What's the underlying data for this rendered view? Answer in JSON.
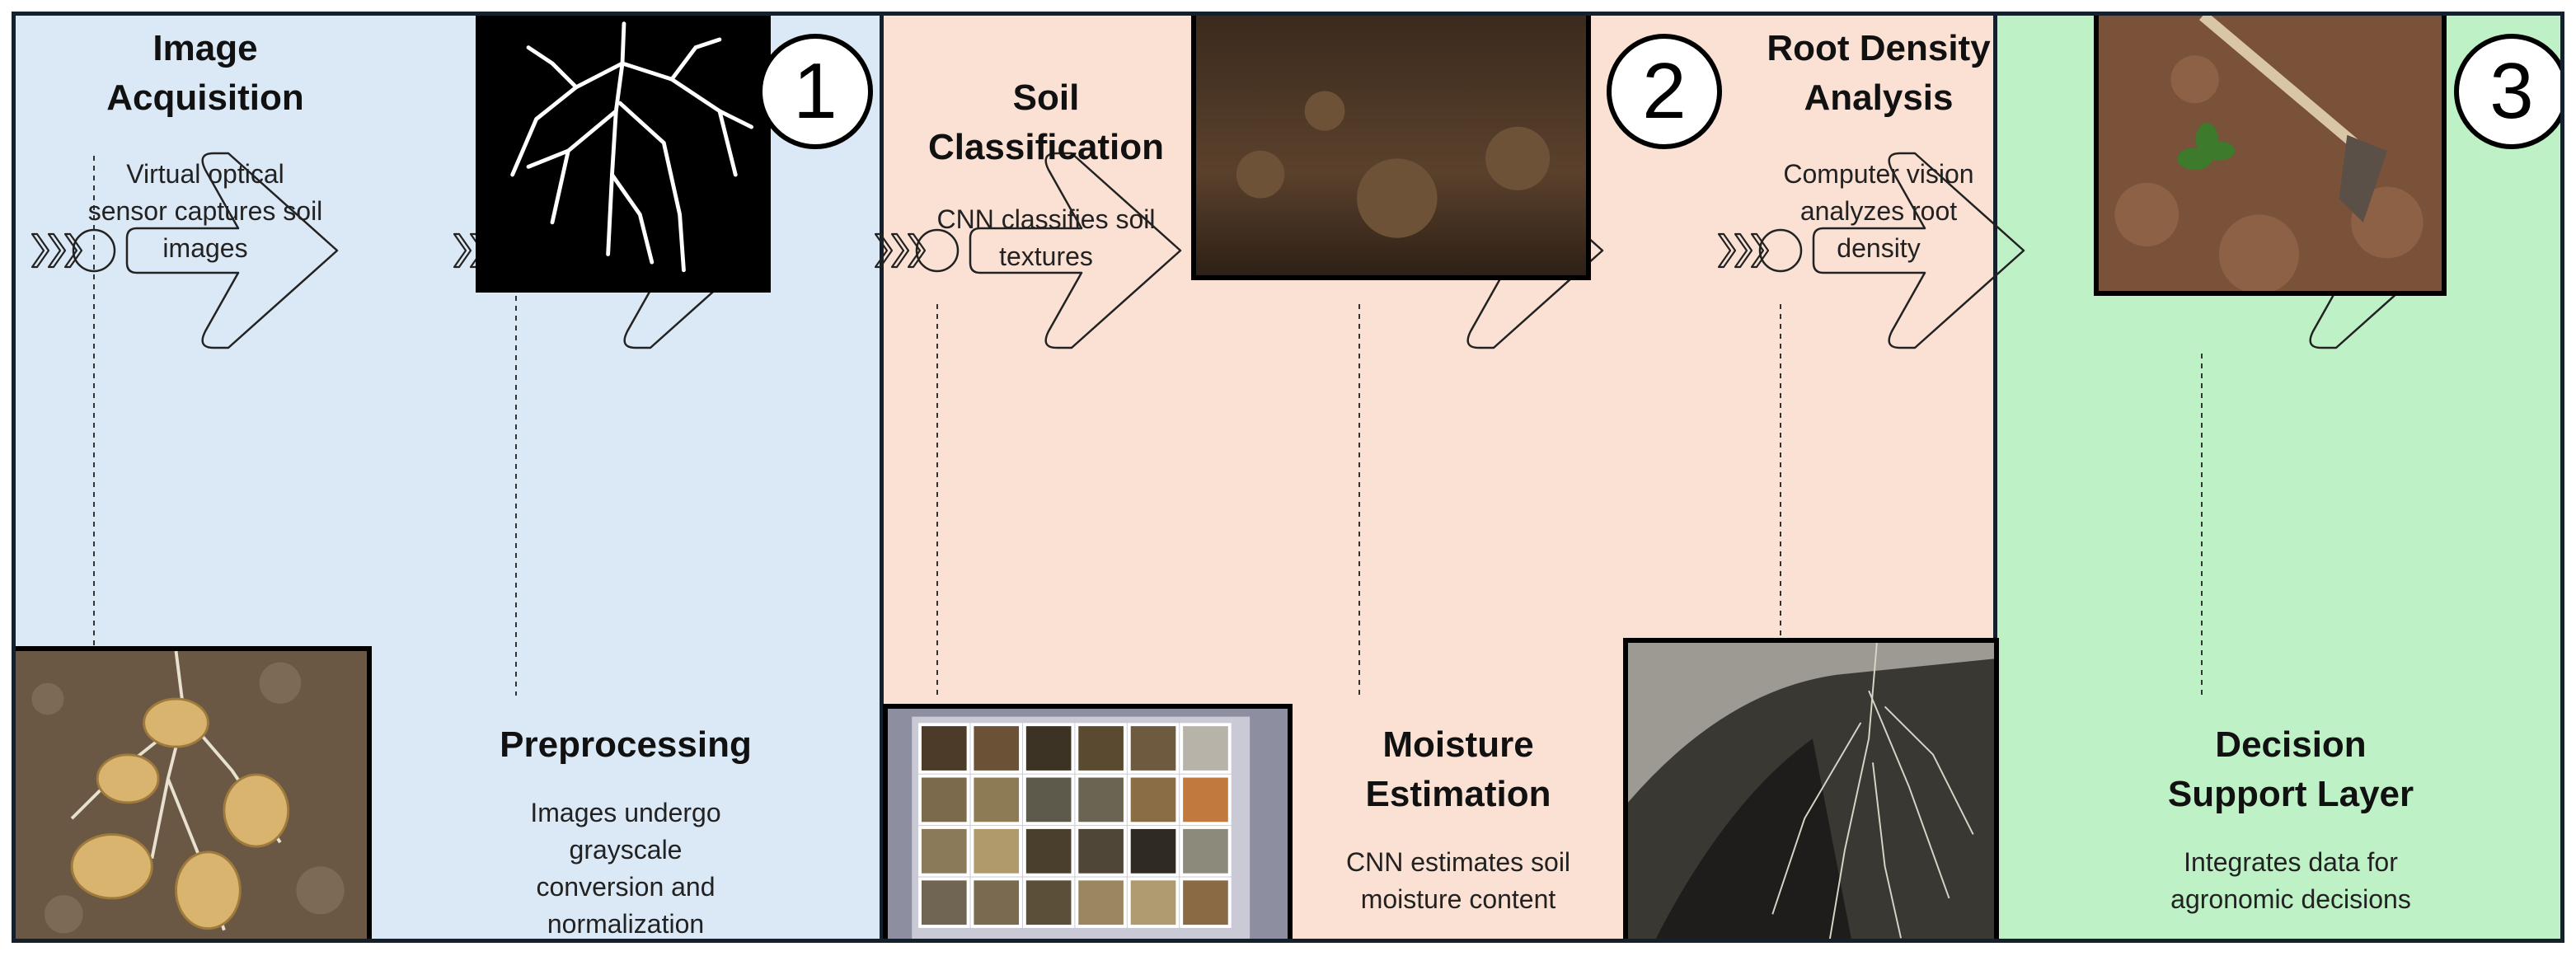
{
  "badges": {
    "one": "1",
    "two": "2",
    "three": "3"
  },
  "steps": {
    "image_acquisition": {
      "title": "Image\nAcquisition",
      "desc": "Virtual optical\nsensor captures soil\nimages"
    },
    "preprocessing": {
      "title": "Preprocessing",
      "desc": "Images undergo\ngrayscale\nconversion and\nnormalization"
    },
    "soil_classification": {
      "title": "Soil\nClassification",
      "desc": "CNN classifies soil\ntextures"
    },
    "moisture_estimation": {
      "title": "Moisture\nEstimation",
      "desc": "CNN estimates soil\nmoisture content"
    },
    "root_density": {
      "title": "Root Density\nAnalysis",
      "desc": "Computer vision\nanalyzes root\ndensity"
    },
    "decision_support": {
      "title": "Decision\nSupport Layer",
      "desc": "Integrates data for\nagronomic decisions"
    }
  },
  "colors": {
    "panel1": "#dbe8f6",
    "panel2": "#fbe1d4",
    "panel3": "#bff1c7",
    "border": "#14202b"
  },
  "images": [
    "binary-root-mask",
    "potato-plant-roots",
    "soil-closeup",
    "soil-sample-tray",
    "roots-in-soil",
    "hoe-in-field"
  ]
}
